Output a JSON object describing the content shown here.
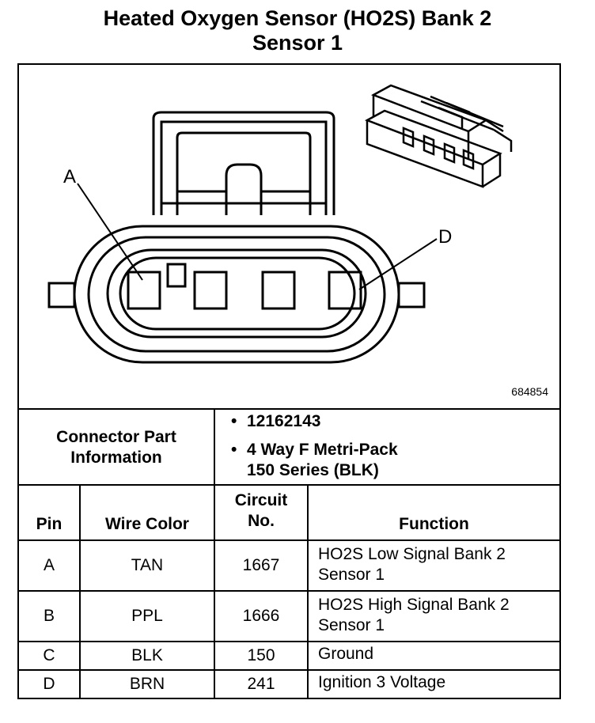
{
  "title": {
    "line1": "Heated Oxygen Sensor (HO2S) Bank 2",
    "line2": "Sensor 1"
  },
  "figure": {
    "id": "684854",
    "callout_a": "A",
    "callout_d": "D"
  },
  "connector_info": {
    "label_line1": "Connector Part",
    "label_line2": "Information",
    "part_number": "12162143",
    "desc_line1": "4 Way F Metri-Pack",
    "desc_line2": "150 Series (BLK)",
    "bullet": "•"
  },
  "table": {
    "headers": {
      "pin": "Pin",
      "wire_color": "Wire Color",
      "circuit_line1": "Circuit",
      "circuit_line2": "No.",
      "function": "Function"
    },
    "rows": [
      {
        "pin": "A",
        "wire_color": "TAN",
        "circuit": "1667",
        "function_line1": "HO2S Low Signal Bank 2",
        "function_line2": "Sensor 1"
      },
      {
        "pin": "B",
        "wire_color": "PPL",
        "circuit": "1666",
        "function_line1": "HO2S High Signal Bank 2",
        "function_line2": "Sensor 1"
      },
      {
        "pin": "C",
        "wire_color": "BLK",
        "circuit": "150",
        "function_line1": "Ground",
        "function_line2": ""
      },
      {
        "pin": "D",
        "wire_color": "BRN",
        "circuit": "241",
        "function_line1": "Ignition 3 Voltage",
        "function_line2": ""
      }
    ]
  }
}
